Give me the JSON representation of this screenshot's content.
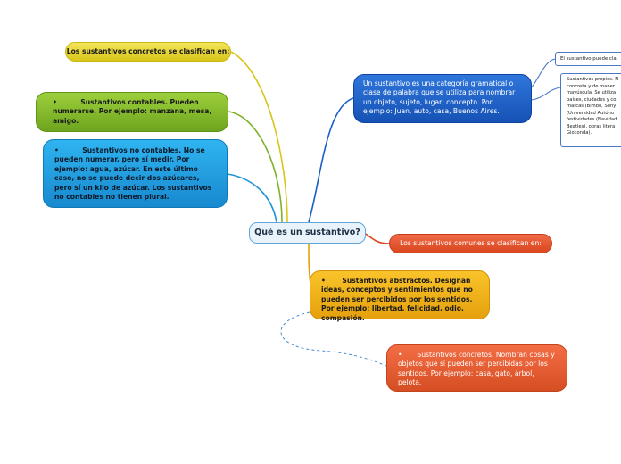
{
  "mindmap": {
    "center": {
      "label": "Qué es un sustantivo?"
    },
    "nodes": {
      "concretos_clasifican": {
        "label": "Los sustantivos concretos se clasifican en:"
      },
      "contables": {
        "label": "•          Sustantivos contables. Pueden numerarse. Por ejemplo: manzana, mesa, amigo."
      },
      "no_contables": {
        "label": "•          Sustantivos no contables. No se pueden numerar, pero sí medir. Por ejemplo: agua, azúcar. En este último caso, no se puede decir dos azúcares, pero sí un kilo de azúcar. Los sustantivos no contables no tienen plural."
      },
      "definicion": {
        "label": "Un sustantivo es una categoría gramatical o clase de palabra que se utiliza para nombrar un objeto, sujeto, lugar, concepto. Por ejemplo: Juan, auto, casa, Buenos Aires."
      },
      "comunes_clasifican": {
        "label": "Los sustantivos comunes se clasifican en:"
      },
      "abstractos": {
        "label": "•       Sustantivos abstractos. Designan ideas, conceptos y sentimientos que no pueden ser percibidos por los sentidos. Por ejemplo: libertad, felicidad, odio, compasión."
      },
      "concretos": {
        "label": "•       Sustantivos concretos. Nombran cosas y objetos que sí pueden ser percibidas por los sentidos. Por ejemplo: casa, gato, árbol, pelota."
      },
      "puede_clasificarse": {
        "label": "El sustantivo puede cla"
      },
      "propios": {
        "label": "Sustantivos propios. N\nconcreta y de maner\nmayúscula. Se utiliza\npaíses, ciudades y co\nmarcas (Bimbo, Sony\n(Universidad Autóno\nfestividades (Navidad\nBeatles), obras litera\nGioconda)."
      }
    }
  },
  "colors": {
    "center_border": "#5fa8d9",
    "yellow": "#d8c61a",
    "green": "#6ea51e",
    "blue_light": "#1889cf",
    "blue_dark": "#1652b5",
    "orange_red": "#d9471f",
    "amber": "#e5a10d"
  }
}
